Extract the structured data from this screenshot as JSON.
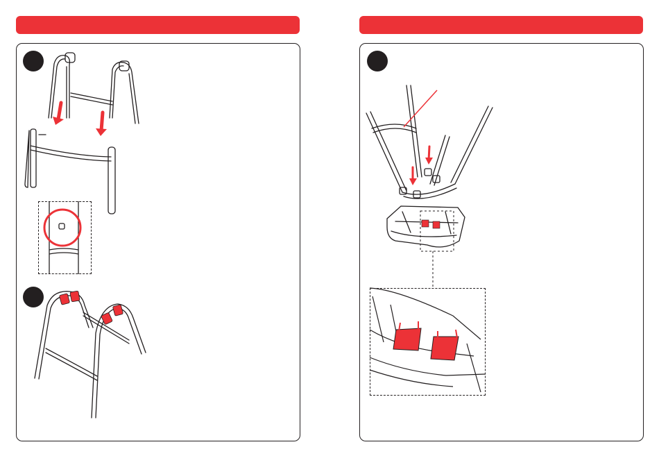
{
  "colors": {
    "accent": "#ec3237",
    "outline": "#231f20",
    "paper": "#ffffff"
  },
  "left_page": {
    "header_bar": {
      "label": ""
    },
    "steps": [
      {
        "number": "",
        "illustration": "legs-into-curved-base-frame"
      },
      {
        "number": "",
        "illustration": "assembled-stand-frame"
      }
    ],
    "detail_inset": {
      "illustration": "push-button-on-tube"
    }
  },
  "right_page": {
    "header_bar": {
      "label": ""
    },
    "steps": [
      {
        "number": "",
        "illustration": "frame-into-seat-base"
      }
    ],
    "detail_inset": {
      "illustration": "seat-base-clips"
    }
  },
  "icons": [
    "down-arrow-icon",
    "circle-highlight-icon"
  ]
}
